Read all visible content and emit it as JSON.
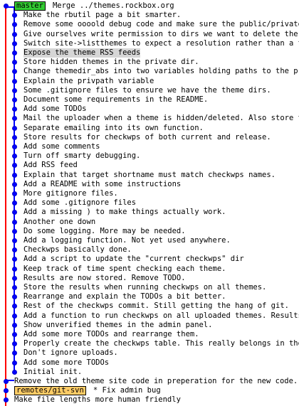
{
  "graph": {
    "lane_colors": {
      "main": "#ff0000",
      "branch": "#0000ff",
      "head_ref": "#33cc33",
      "remote_ref": "#ffcc66"
    },
    "commits": [
      {
        "ref": "master",
        "ref_type": "head",
        "message": "Merge ../themes.rockbox.org",
        "lane": 1
      },
      {
        "message": "Make the rbutil page a bit smarter.",
        "lane": 2
      },
      {
        "message": "Remove some oooold debug code and make sure the public/private se",
        "lane": 2
      },
      {
        "message": "Give ourselves write permission to dirs we want to delete the cor",
        "lane": 2
      },
      {
        "message": "Switch site->listthemes to expect a resolution rather than a targ",
        "lane": 2
      },
      {
        "message": "Expose the theme RSS feeds",
        "lane": 2,
        "selected": true
      },
      {
        "message": "Store hidden themes in the private dir.",
        "lane": 2
      },
      {
        "message": "Change themedir_abs into two variables holding paths to the priva",
        "lane": 2
      },
      {
        "message": "Explain the privpath variable",
        "lane": 2
      },
      {
        "message": "Some .gitignore files to ensure we have the theme dirs.",
        "lane": 2
      },
      {
        "message": "Document some requirements in the README.",
        "lane": 2
      },
      {
        "message": "Add some TODOs",
        "lane": 2
      },
      {
        "message": "Mail the uploader when a theme is hidden/deleted. Also store the",
        "lane": 2
      },
      {
        "message": "Separate emailing into its own function.",
        "lane": 2
      },
      {
        "message": "Store results for checkwps of both current and release.",
        "lane": 2
      },
      {
        "message": "Add some comments",
        "lane": 2
      },
      {
        "message": "Turn off smarty debugging.",
        "lane": 2
      },
      {
        "message": "Add RSS feed",
        "lane": 2
      },
      {
        "message": "Explain that target shortname must match checkwps names.",
        "lane": 2
      },
      {
        "message": "Add a README with some instructions",
        "lane": 2
      },
      {
        "message": "More gitignore files.",
        "lane": 2
      },
      {
        "message": "Add some .gitignore files",
        "lane": 2
      },
      {
        "message": "Add a missing ) to make things actually work.",
        "lane": 2
      },
      {
        "message": "Another one down",
        "lane": 2
      },
      {
        "message": "Do some logging. More may be needed.",
        "lane": 2
      },
      {
        "message": "Add a logging function. Not yet used anywhere.",
        "lane": 2
      },
      {
        "message": "Checkwps basically done.",
        "lane": 2
      },
      {
        "message": "Add a script to update the \"current checkwps\" dir",
        "lane": 2
      },
      {
        "message": "Keep track of time spent checking each theme.",
        "lane": 2
      },
      {
        "message": "Results are now stored. Remove TODO.",
        "lane": 2
      },
      {
        "message": "Store the results when running checkwps on all themes.",
        "lane": 2
      },
      {
        "message": "Rearrange and explain the TODOs a bit better.",
        "lane": 2
      },
      {
        "message": "Rest of the checkwps commit. Still getting the hang of git.",
        "lane": 2
      },
      {
        "message": "Add a function to run checkwps on all uploaded themes. Results ar",
        "lane": 2
      },
      {
        "message": "Show unverified themes in the admin panel.",
        "lane": 2
      },
      {
        "message": "Add some more TODOs and rearrange them.",
        "lane": 2
      },
      {
        "message": "Properly create the checkwps table. This really belongs in themes",
        "lane": 2
      },
      {
        "message": "Don't ignore uploads.",
        "lane": 2
      },
      {
        "message": "Add some more TODOs",
        "lane": 2
      },
      {
        "message": "Initial init.",
        "lane": 2
      },
      {
        "message": "Remove the old theme site code in preperation for the new code.",
        "lane": 1
      },
      {
        "ref": "remotes/git-svn",
        "ref_type": "remote",
        "message": "* Fix admin bug",
        "lane": 1
      },
      {
        "message": "Make file lengths more human friendly",
        "lane": 1
      }
    ]
  }
}
